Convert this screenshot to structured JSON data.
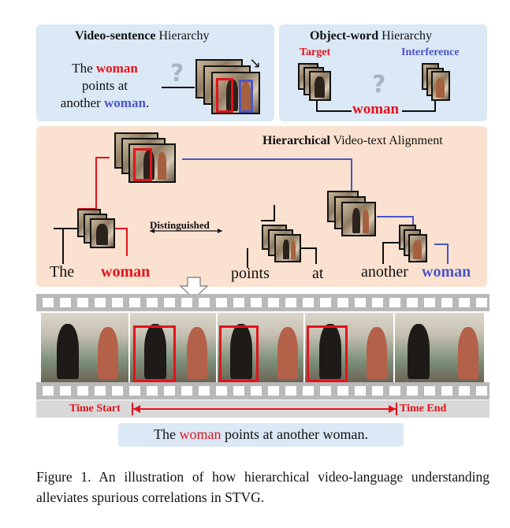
{
  "panels": {
    "video_sentence": {
      "bold": "Video-sentence",
      "rest": " Hierarchy",
      "sentence": {
        "the": "The ",
        "woman1": "woman",
        "points_at": "points at",
        "another": "another ",
        "woman2": "woman",
        "period": "."
      }
    },
    "object_word": {
      "bold": "Object-word",
      "rest": " Hierarchy",
      "target": "Target",
      "interference": "Interference",
      "word": "woman"
    },
    "hierarchical": {
      "bold": "Hierarchical",
      "rest": " Video-text Alignment",
      "distinguished": "Distinguished",
      "words": {
        "the": "The",
        "woman": "woman",
        "points": "points",
        "at": "at",
        "another": "another",
        "woman2": "woman"
      }
    }
  },
  "question_mark": "?",
  "time": {
    "start": "Time Start",
    "end": "Time End"
  },
  "caption": {
    "pre": "The ",
    "woman": "woman",
    "post": " points at another woman."
  },
  "figure_caption": "Figure 1.  An illustration of how hierarchical video-language understanding alleviates spurious correlations in STVG.",
  "colors": {
    "red": "#e3131b",
    "blue": "#4a55c8",
    "panel_blue": "#dbe8f5",
    "panel_peach": "#fbe1cf"
  }
}
